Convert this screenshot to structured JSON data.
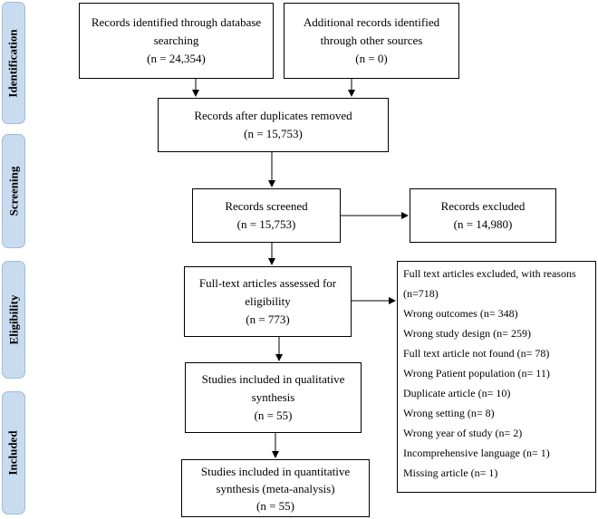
{
  "phases": {
    "identification": "Identification",
    "screening": "Screening",
    "eligibility": "Eligibility",
    "included": "Included"
  },
  "boxes": {
    "db_search": {
      "line1": "Records identified through database",
      "line2": "searching",
      "line3": "(n = 24,354)"
    },
    "other_sources": {
      "line1": "Additional records identified",
      "line2": "through other sources",
      "line3": "(n = 0)"
    },
    "after_duplicates": {
      "line1": "Records after duplicates removed",
      "line2": "(n = 15,753)"
    },
    "screened": {
      "line1": "Records screened",
      "line2": "(n = 15,753)"
    },
    "excluded": {
      "line1": "Records excluded",
      "line2": "(n = 14,980)"
    },
    "fulltext": {
      "line1": "Full-text articles assessed for",
      "line2": "eligibility",
      "line3": "(n = 773)"
    },
    "qualitative": {
      "line1": "Studies included in qualitative",
      "line2": "synthesis",
      "line3": "(n = 55)"
    },
    "quantitative": {
      "line1": "Studies included in quantitative",
      "line2": "synthesis (meta-analysis)",
      "line3": "(n = 55)"
    }
  },
  "exclusions": {
    "title": "Full text articles excluded, with reasons",
    "total": "(n=718)",
    "reasons": [
      "Wrong outcomes (n= 348)",
      "Wrong study design (n= 259)",
      "Full text article not found (n= 78)",
      "Wrong Patient population (n= 11)",
      "Duplicate article (n= 10)",
      "Wrong setting (n= 8)",
      "Wrong year of study (n= 2)",
      "Incomprehensive language (n= 1)",
      "Missing article (n= 1)"
    ]
  }
}
